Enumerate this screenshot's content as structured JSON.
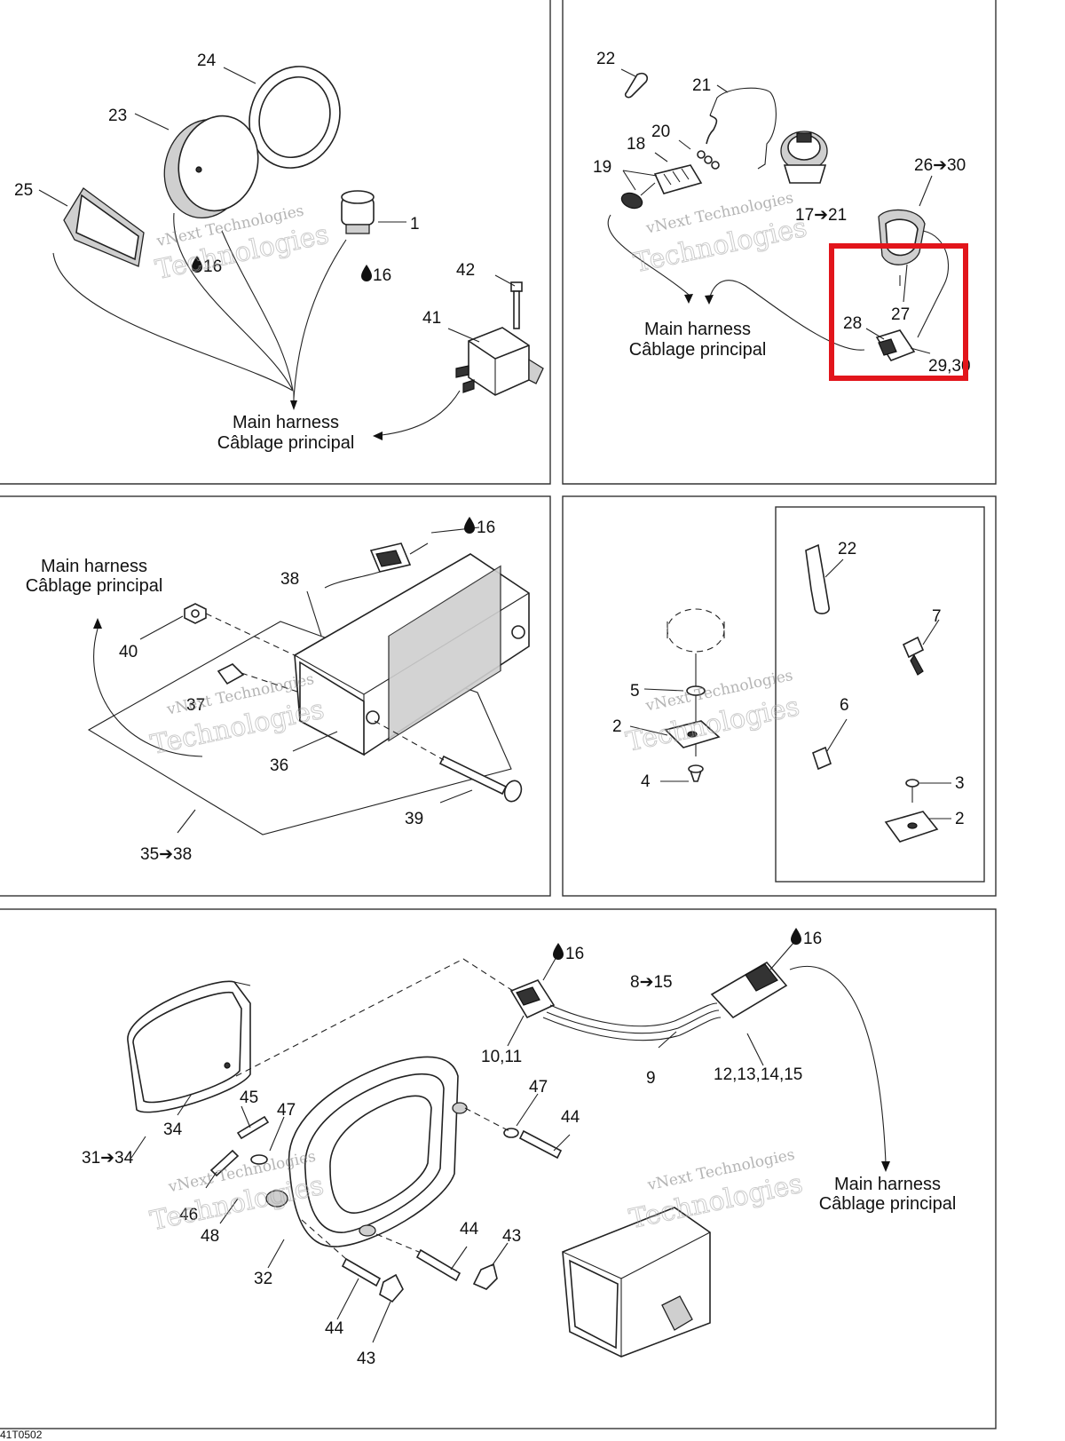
{
  "harness_label": {
    "en": "Main harness",
    "fr": "Câblage principal"
  },
  "drop_symbol": "💧",
  "watermark": {
    "line1": "vNext Technologies",
    "line2": "Technologies"
  },
  "diagram_code": "41T0502",
  "highlight_color": "#e2151b",
  "panel1_labels": {
    "l24": "24",
    "l23": "23",
    "l25": "25",
    "l1": "1",
    "l16a": "16",
    "l16b": "16",
    "l42": "42",
    "l41": "41"
  },
  "panel2_labels": {
    "l22": "22",
    "l21": "21",
    "l20": "20",
    "l18": "18",
    "l19": "19",
    "l2630": "26➔30",
    "l1721": "17➔21",
    "l27": "27",
    "l28": "28",
    "l2930": "29,30"
  },
  "panel3_labels": {
    "l16": "16",
    "l38": "38",
    "l40": "40",
    "l37": "37",
    "l36": "36",
    "l39": "39",
    "l3538": "35➔38"
  },
  "panel4_labels": {
    "l22": "22",
    "l7": "7",
    "l6": "6",
    "l5": "5",
    "l2a": "2",
    "l4": "4",
    "l3": "3",
    "l2b": "2"
  },
  "panel5_labels": {
    "l16a": "16",
    "l16b": "16",
    "l815": "8➔15",
    "l1011": "10,11",
    "l9": "9",
    "l12": "12,13,14,15",
    "l34": "34",
    "l45": "45",
    "l47a": "47",
    "l3134": "31➔34",
    "l46": "46",
    "l48": "48",
    "l32": "32",
    "l47b": "47",
    "l44a": "44",
    "l44b": "44",
    "l43a": "43",
    "l44c": "44",
    "l43b": "43"
  }
}
